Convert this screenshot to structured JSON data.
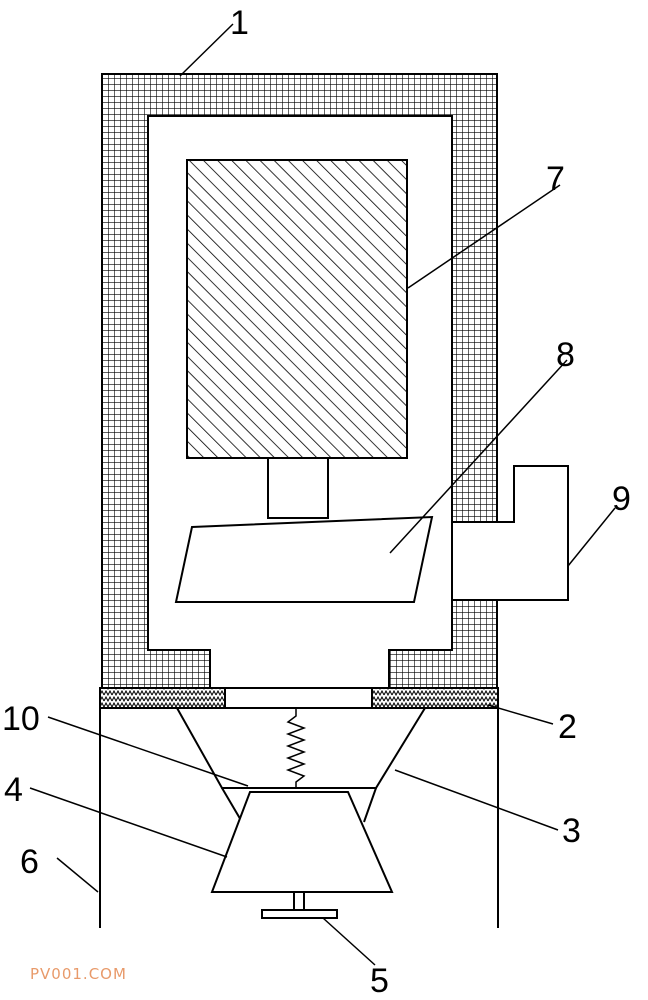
{
  "diagram": {
    "labels": {
      "l1": "1",
      "l2": "2",
      "l3": "3",
      "l4": "4",
      "l5": "5",
      "l6": "6",
      "l7": "7",
      "l8": "8",
      "l9": "9",
      "l10": "10"
    },
    "watermark": "PV001.COM",
    "colors": {
      "line": "#000000",
      "background": "#ffffff",
      "watermark": "#e89a6a"
    }
  }
}
